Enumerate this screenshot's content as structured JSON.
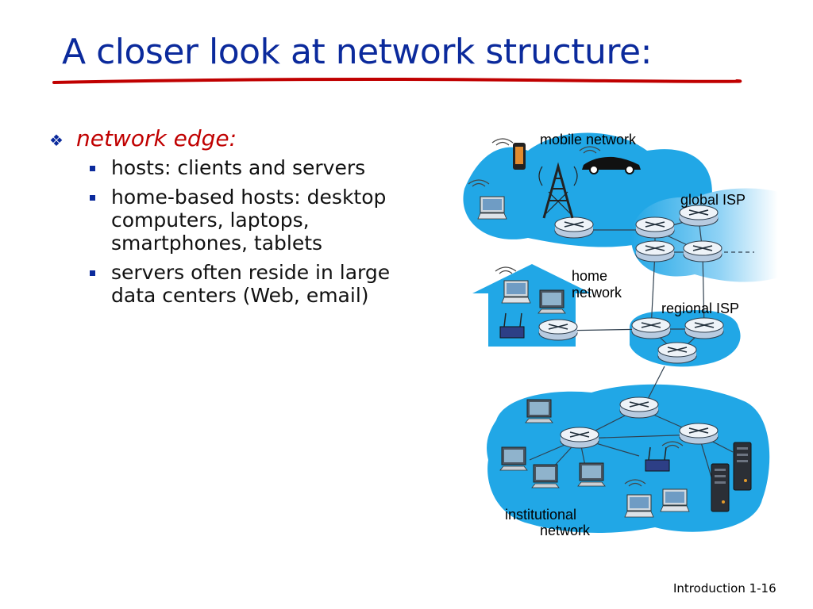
{
  "slide": {
    "title": "A closer look at network structure:",
    "bullet": "network edge:",
    "sub_bullets": [
      "hosts: clients and servers",
      "home-based hosts: desktop computers, laptops, smartphones, tablets",
      "servers often reside in large data centers (Web, email)"
    ],
    "footer": "Introduction 1-16"
  },
  "diagram": {
    "labels": {
      "mobile": "mobile network",
      "global": "global ISP",
      "home_1": "home",
      "home_2": "network",
      "regional": "regional ISP",
      "inst_1": "institutional",
      "inst_2": "network"
    }
  },
  "colors": {
    "title": "#0b2a9c",
    "bullet_text": "#c00000",
    "underline": "#c00000",
    "network_fill": "#20a8e8"
  }
}
